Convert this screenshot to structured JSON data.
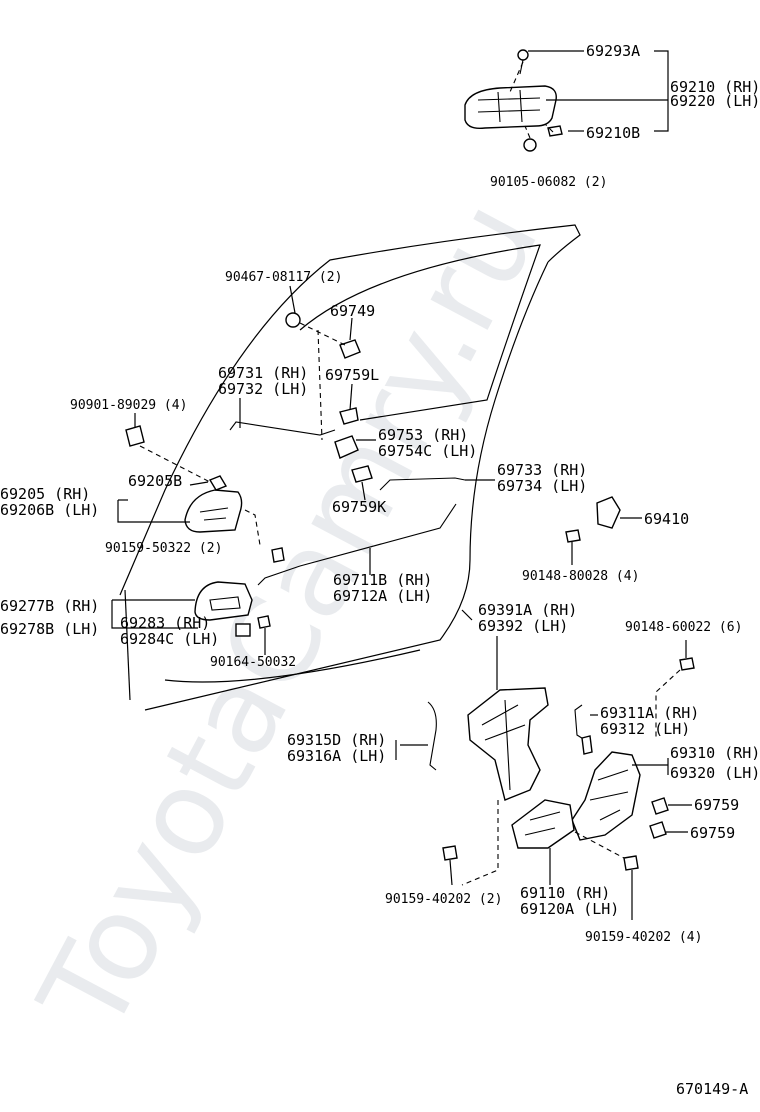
{
  "labels": {
    "p69293A": "69293A",
    "p69210": "69210 (RH)",
    "p69220": "69220 (LH)",
    "p69210B": "69210B",
    "p90105": "90105-06082 (2)",
    "p90467": "90467-08117 (2)",
    "p69749": "69749",
    "p69731": "69731 (RH)",
    "p69732": "69732 (LH)",
    "p69759L": "69759L",
    "p90901": "90901-89029 (4)",
    "p69753": "69753  (RH)",
    "p69754C": "69754C (LH)",
    "p69733": "69733 (RH)",
    "p69734": "69734 (LH)",
    "p69205": "69205  (RH)",
    "p69206B": "69206B (LH)",
    "p69205B": "69205B",
    "p69759K": "69759K",
    "p69410": "69410",
    "p90159_50322": "90159-50322 (2)",
    "p90148_80028": "90148-80028 (4)",
    "p69711B": "69711B (RH)",
    "p69712A": "69712A (LH)",
    "p69277B": "69277B (RH)",
    "p69278B": "69278B (LH)",
    "p69283": "69283  (RH)",
    "p69284C": "69284C (LH)",
    "p69391A": "69391A (RH)",
    "p69392": "69392   (LH)",
    "p90148_60022": "90148-60022 (6)",
    "p90164": "90164-50032",
    "p69311A": "69311A (RH)",
    "p69312": "69312   (LH)",
    "p69315D": "69315D (RH)",
    "p69316A": "69316A (LH)",
    "p69310": "69310 (RH)",
    "p69320": "69320 (LH)",
    "p69759a": "69759",
    "p69759b": "69759",
    "p69110": "69110  (RH)",
    "p69120A": "69120A (LH)",
    "p90159_40202a": "90159-40202 (2)",
    "p90159_40202b": "90159-40202 (4)",
    "diagramId": "670149-A"
  },
  "watermark": "ToyotaCamry.ru",
  "colors": {
    "ink": "#000000",
    "background": "#ffffff",
    "watermark": "#cfd4da"
  }
}
